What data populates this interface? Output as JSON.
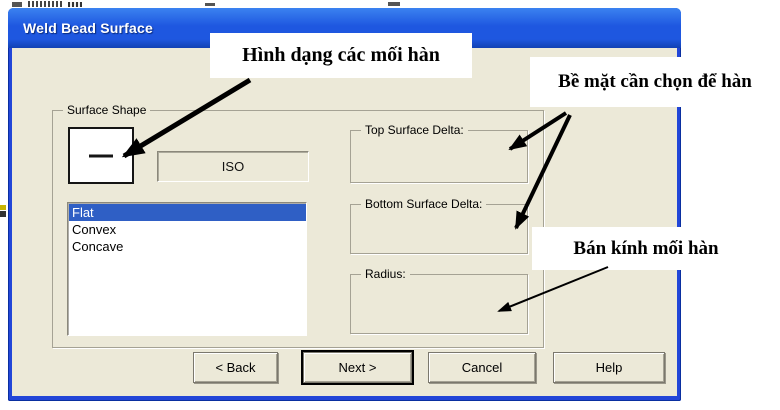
{
  "window": {
    "title": "Weld Bead Surface"
  },
  "surface_shape": {
    "group_label": "Surface Shape",
    "standard_field_value": "ISO",
    "options": [
      "Flat",
      "Convex",
      "Concave"
    ],
    "selected_option": "Flat",
    "preview_icon": "flat-dash"
  },
  "fields": {
    "top_delta_label": "Top Surface Delta:",
    "bottom_delta_label": "Bottom Surface Delta:",
    "radius_label": "Radius:"
  },
  "buttons": {
    "back": "< Back",
    "next": "Next >",
    "cancel": "Cancel",
    "help": "Help"
  },
  "annotations": {
    "shape_note": "Hình dạng các mối hàn",
    "surface_note": "Bề mặt cần chọn để hàn",
    "radius_note": "Bán kính mối hàn"
  },
  "colors": {
    "titlebar-top": "#3b82f0",
    "titlebar-mid": "#1e57e0",
    "titlebar-bottom": "#1141b4",
    "window-border": "#2246d8",
    "dialog-bg": "#ece9d8",
    "selection-bg": "#2f5fc5",
    "selection-text": "#ffffff"
  }
}
